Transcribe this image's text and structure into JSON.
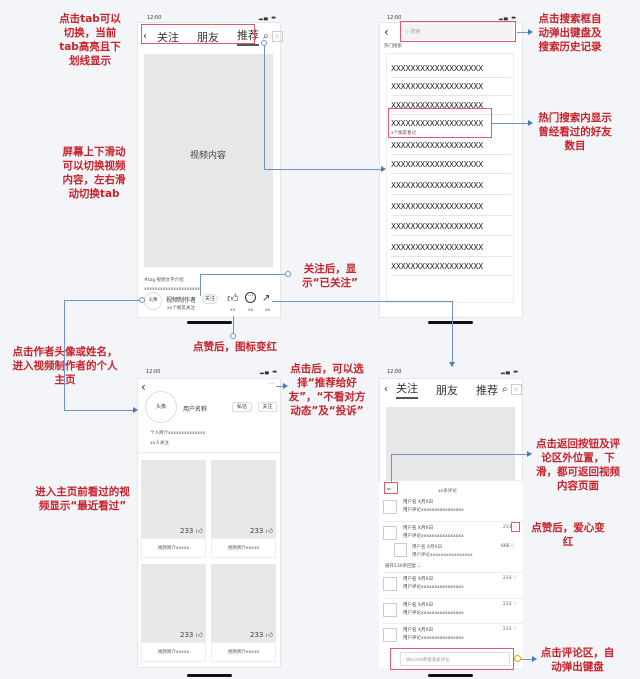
{
  "annotations": {
    "tab_switch": "点击tab可以切换，当前tab高亮且下划线显示",
    "swipe": "屏幕上下滑动可以切换视频内容，左右滑动切换tab",
    "search_popup": "点击搜索框自动弹出键盘及搜索历史记录",
    "hot_search_friends": "热门搜索内显示曾经看过的好友数目",
    "follow_after": "关注后，显示“已关注”",
    "like_after": "点赞后，图标变红",
    "author_click": "点击作者头像或姓名，进入视频制作者的个人主页",
    "more_click": "点击后，可以选择“推荐给好友”，“不看对方动态”及“投诉”",
    "recent_watched": "进入主页前看过的视频显示“最近看过”",
    "comment_back": "点击返回按钮及评论区外位置，下滑，都可返回视频内容页面",
    "comment_like": "点赞后，爱心变红",
    "comment_input": "点击评论区，自动弹出键盘"
  },
  "status_time": "12:00",
  "screen_video": {
    "tabs": [
      "关注",
      "朋友",
      "推荐"
    ],
    "active_tab": 2,
    "video_label": "视频内容",
    "tag_text": "#tag 视频文字介绍",
    "desc_text": "xxxxxxxxxxxxxxxxxxxxx",
    "avatar": "头像",
    "author": "视频制作者",
    "follow": "关注",
    "friends_follow": "xx个朋友关注",
    "action_counts": [
      "xx",
      "xx",
      "xx"
    ]
  },
  "screen_search": {
    "placeholder": "搜索",
    "hot_title": "热门搜索",
    "items": [
      "XXXXXXXXXXXXXXXXXXX",
      "XXXXXXXXXXXXXXXXXXX",
      "XXXXXXXXXXXXXXXXXXX",
      "XXXXXXXXXXXXXXXXXXX",
      "XXXXXXXXXXXXXXXXXXX",
      "XXXXXXXXXXXXXXXXXXX",
      "XXXXXXXXXXXXXXXXXXX",
      "XXXXXXXXXXXXXXXXXXX",
      "XXXXXXXXXXXXXXXXXXX",
      "XXXXXXXXXXXXXXXXXXX",
      "XXXXXXXXXXXXXXXXXXX",
      "XXXXXXXXXXXXXXXXXXX"
    ],
    "friends_watched": "x个朋友看过"
  },
  "screen_profile": {
    "avatar": "头像",
    "username": "用户名称",
    "message_btn": "私信",
    "follow_btn": "关注",
    "bio": "个人简介xxxxxxxxxxxxxx",
    "followers": "xx人关注",
    "more": "···",
    "videos": [
      {
        "likes": "233",
        "caption": "视频简介xxxxx"
      },
      {
        "likes": "233",
        "caption": "视频简介xxxxx"
      },
      {
        "likes": "233",
        "caption": "视频简介xxxxx"
      },
      {
        "likes": "233",
        "caption": "视频简介xxxxx"
      }
    ]
  },
  "screen_comments": {
    "tabs": [
      "关注",
      "朋友",
      "推荐"
    ],
    "active_tab": 0,
    "title": "xx条评论",
    "comments": [
      {
        "name": "用户名 X月X日",
        "text": "用户评论xxxxxxxxxxxxxxxx",
        "likes": ""
      },
      {
        "name": "用户名 X月X日",
        "text": "用户评论xxxxxxxxxxxxxxxx",
        "likes": "233"
      },
      {
        "name": "用户名 X月X日",
        "text": "用户评论xxxxxxxxxxxxxxxx",
        "likes": "666",
        "reply": true
      },
      {
        "name": "用户名 X月X日",
        "text": "用户评论xxxxxxxxxxxxxxxx",
        "likes": "233"
      },
      {
        "name": "用户名 X月X日",
        "text": "用户评论xxxxxxxxxxxxxxxx",
        "likes": "233"
      },
      {
        "name": "用户名 X月X日",
        "text": "用户评论xxxxxxxxxxxxxxxx",
        "likes": "233"
      }
    ],
    "expand_replies": "展开130条回复",
    "input_placeholder": "Wechat善意发表评论"
  }
}
